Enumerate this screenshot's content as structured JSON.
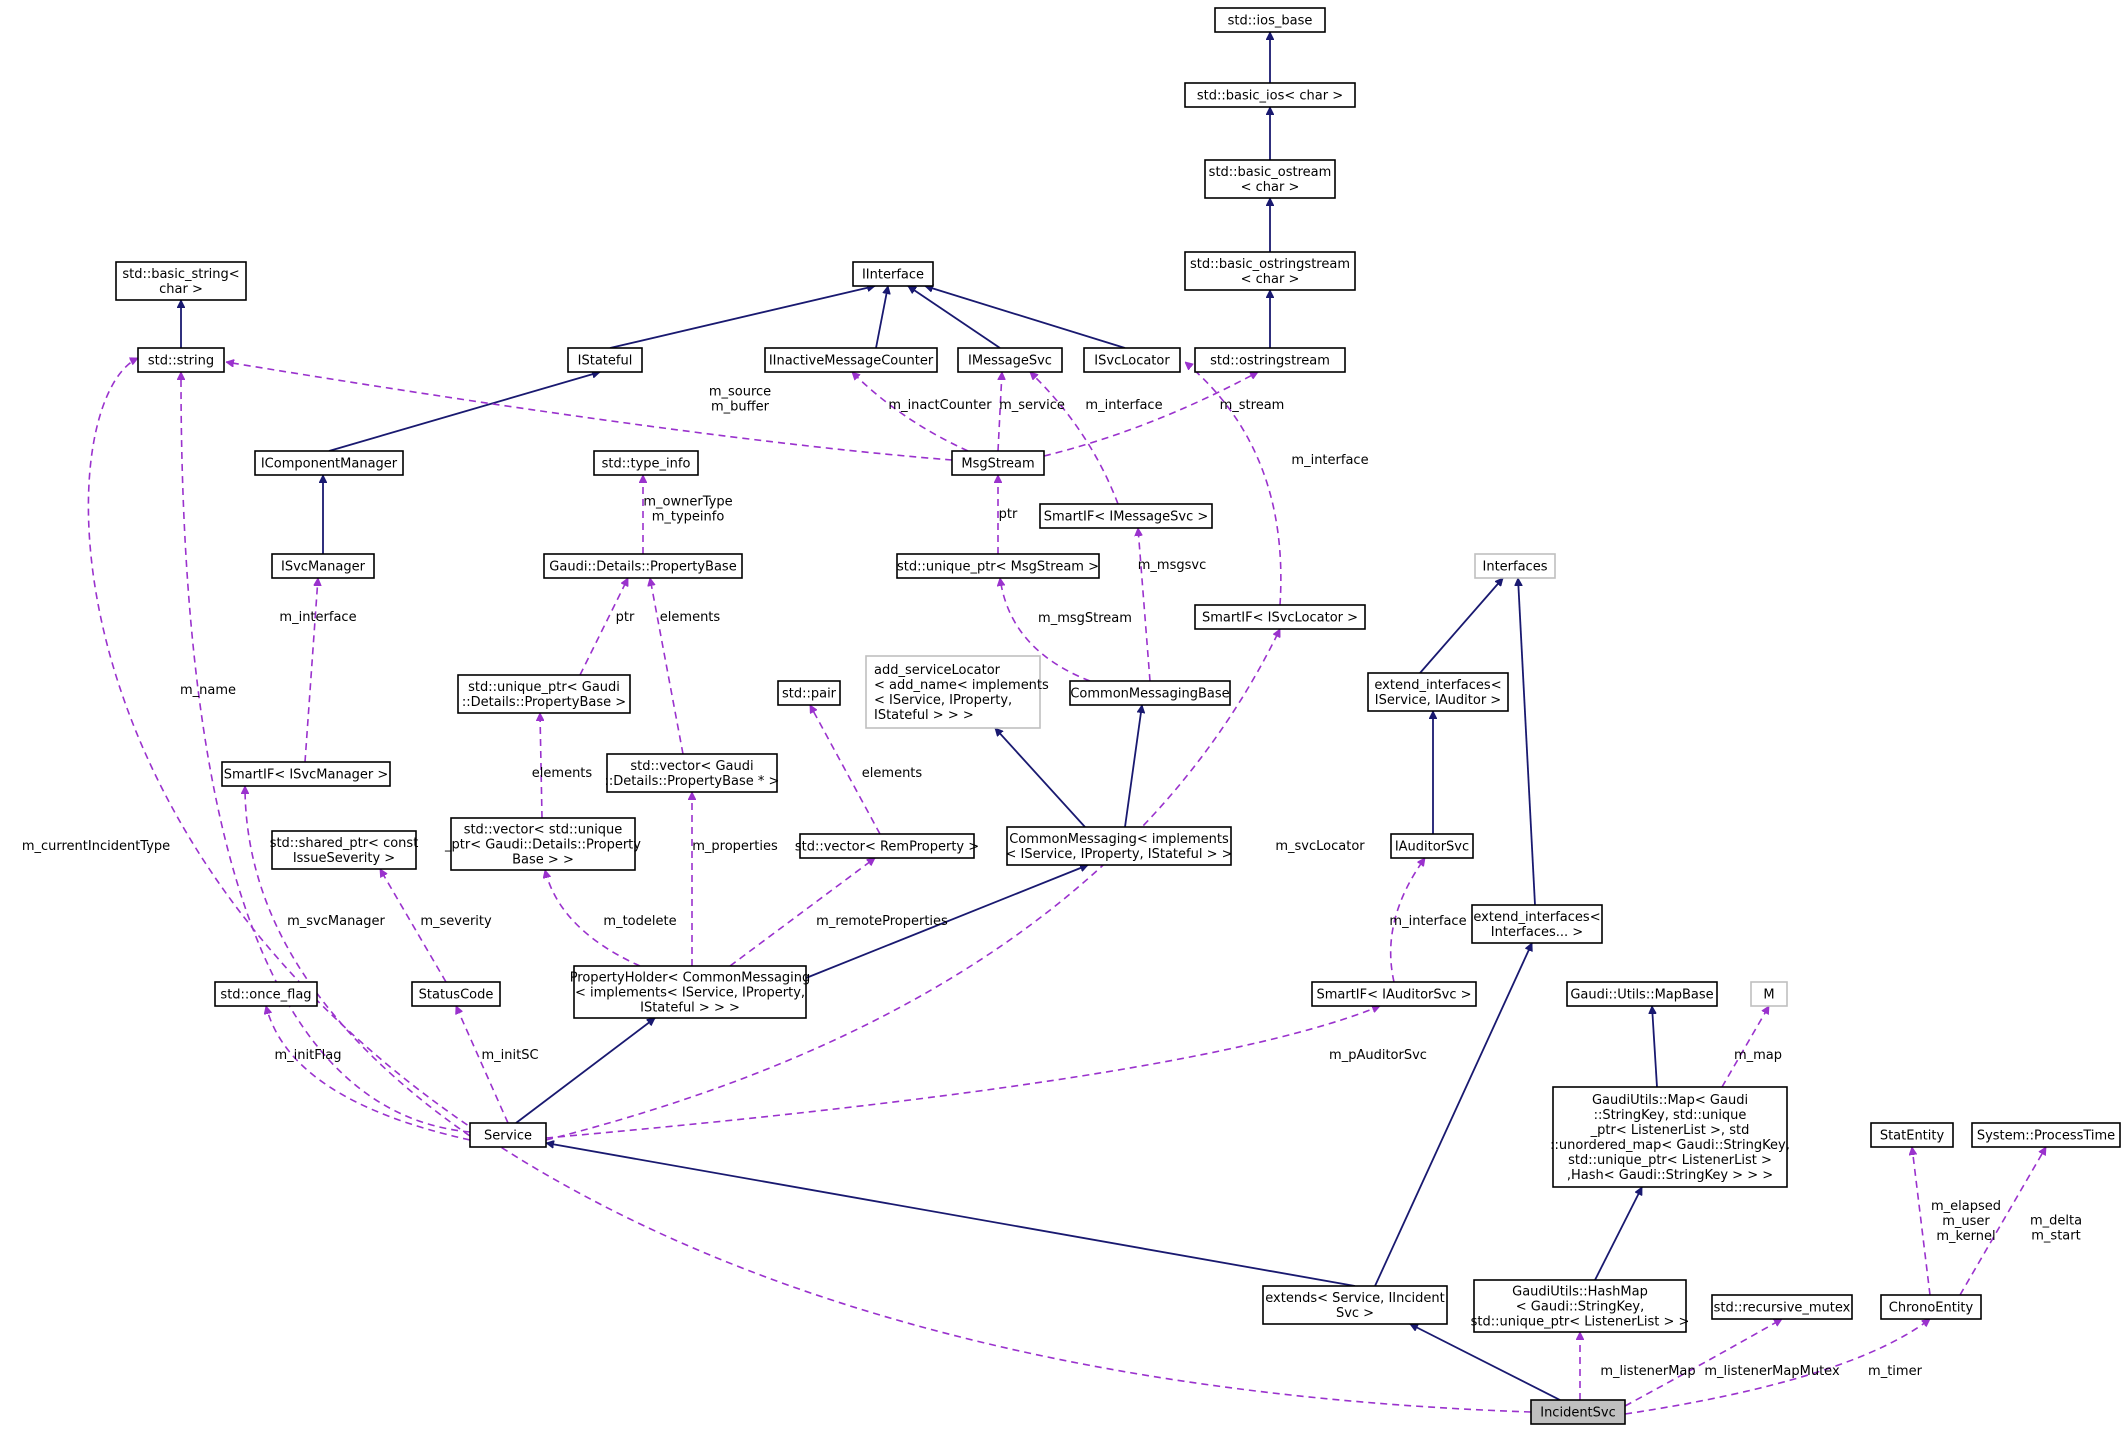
{
  "colors": {
    "inheritance": "#191970",
    "usage": "#9a32cd",
    "node_border": "#000000",
    "node_border_undocumented": "#bfbfbf",
    "focus_fill": "#bfbfbf"
  },
  "nodes": {
    "ios_base": [
      "std::ios_base"
    ],
    "basic_ios": [
      "std::basic_ios< char >"
    ],
    "basic_ostream": [
      "std::basic_ostream",
      "< char >"
    ],
    "basic_ostringstream": [
      "std::basic_ostringstream",
      "< char >"
    ],
    "ostringstream": [
      "std::ostringstream"
    ],
    "basic_string": [
      "std::basic_string<",
      "char >"
    ],
    "std_string": [
      "std::string"
    ],
    "iinterface": [
      "IInterface"
    ],
    "istateful": [
      "IStateful"
    ],
    "iinactive": [
      "IInactiveMessageCounter"
    ],
    "imessagesvc": [
      "IMessageSvc"
    ],
    "isvclocator": [
      "ISvcLocator"
    ],
    "icomponentmanager": [
      "IComponentManager"
    ],
    "msgstream": [
      "MsgStream"
    ],
    "type_info": [
      "std::type_info"
    ],
    "smartif_imessagesvc": [
      "SmartIF< IMessageSvc >"
    ],
    "isvcmanager": [
      "ISvcManager"
    ],
    "propertybase": [
      "Gaudi::Details::PropertyBase"
    ],
    "unique_ptr_msgstream": [
      "std::unique_ptr< MsgStream >"
    ],
    "interfaces": [
      "Interfaces"
    ],
    "smartif_isvclocator": [
      "SmartIF< ISvcLocator >"
    ],
    "unique_ptr_propertybase": [
      "std::unique_ptr< Gaudi",
      "::Details::PropertyBase >"
    ],
    "std_pair": [
      "std::pair"
    ],
    "add_servicelocator": [
      "add_serviceLocator",
      "< add_name< implements",
      "< IService, IProperty,",
      "IStateful > > >"
    ],
    "commonmessagingbase": [
      "CommonMessagingBase"
    ],
    "extend_iservice_iauditor": [
      "extend_interfaces<",
      "IService, IAuditor >"
    ],
    "smartif_isvcmanager": [
      "SmartIF< ISvcManager >"
    ],
    "vector_propertybase_ptr": [
      "std::vector< Gaudi",
      "::Details::PropertyBase * >"
    ],
    "shared_ptr_issueseverity": [
      "std::shared_ptr< const",
      "IssueSeverity >"
    ],
    "vector_unique_ptr": [
      "std::vector< std::unique",
      "_ptr< Gaudi::Details::Property",
      "Base > >"
    ],
    "vector_remproperty": [
      "std::vector< RemProperty >"
    ],
    "commonmessaging": [
      "CommonMessaging< implements",
      "< IService, IProperty, IStateful > >"
    ],
    "iauditorsvc": [
      "IAuditorSvc"
    ],
    "extend_interfaces_pack": [
      "extend_interfaces<",
      "Interfaces... >"
    ],
    "once_flag": [
      "std::once_flag"
    ],
    "statuscode": [
      "StatusCode"
    ],
    "propertyholder": [
      "PropertyHolder< CommonMessaging",
      "< implements< IService, IProperty,",
      "IStateful > > >"
    ],
    "smartif_iauditorsvc": [
      "SmartIF< IAuditorSvc >"
    ],
    "mapbase": [
      "Gaudi::Utils::MapBase"
    ],
    "m_node": [
      "M"
    ],
    "service": [
      "Service"
    ],
    "gaudiutils_map": [
      "GaudiUtils::Map< Gaudi",
      "::StringKey, std::unique",
      "_ptr< ListenerList >, std",
      "::unordered_map< Gaudi::StringKey,",
      "std::unique_ptr< ListenerList >",
      ",Hash< Gaudi::StringKey > > >"
    ],
    "statentity": [
      "StatEntity"
    ],
    "processtime": [
      "System::ProcessTime"
    ],
    "extends_service": [
      "extends< Service, IIncident",
      "Svc >"
    ],
    "hashmap": [
      "GaudiUtils::HashMap",
      "< Gaudi::StringKey,",
      "std::unique_ptr< ListenerList > >"
    ],
    "recursive_mutex": [
      "std::recursive_mutex"
    ],
    "chronoentity": [
      "ChronoEntity"
    ],
    "incidentsvc": [
      "IncidentSvc"
    ]
  },
  "edge_labels": {
    "m_source_buffer": [
      "m_source",
      "m_buffer"
    ],
    "m_inactcounter": [
      "m_inactCounter"
    ],
    "m_service": [
      "m_service"
    ],
    "m_interface_msg": [
      "m_interface"
    ],
    "m_stream": [
      "m_stream"
    ],
    "m_interface_loc": [
      "m_interface"
    ],
    "m_ownertype_typeinfo": [
      "m_ownerType",
      "m_typeinfo"
    ],
    "ptr_msgstream": [
      "ptr"
    ],
    "m_msgsvc": [
      "m_msgsvc"
    ],
    "m_interface_svcmgr": [
      "m_interface"
    ],
    "ptr_propertybase": [
      "ptr"
    ],
    "elements_propertybase": [
      "elements"
    ],
    "m_msgstream": [
      "m_msgStream"
    ],
    "m_name": [
      "m_name"
    ],
    "elements_unique": [
      "elements"
    ],
    "elements_pair": [
      "elements"
    ],
    "m_currentincidenttype": [
      "m_currentIncidentType"
    ],
    "m_properties": [
      "m_properties"
    ],
    "m_svclocator": [
      "m_svcLocator"
    ],
    "m_svcmanager": [
      "m_svcManager"
    ],
    "m_severity": [
      "m_severity"
    ],
    "m_todelete": [
      "m_todelete"
    ],
    "m_remoteproperties": [
      "m_remoteProperties"
    ],
    "m_interface_auditor": [
      "m_interface"
    ],
    "m_initflag": [
      "m_initFlag"
    ],
    "m_initsc": [
      "m_initSC"
    ],
    "m_pauditorsvc": [
      "m_pAuditorSvc"
    ],
    "m_map": [
      "m_map"
    ],
    "m_elapsed_user_kernel": [
      "m_elapsed",
      "m_user",
      "m_kernel"
    ],
    "m_delta_start": [
      "m_delta",
      "m_start"
    ],
    "m_listenermap": [
      "m_listenerMap"
    ],
    "m_listenermapmutex": [
      "m_listenerMapMutex"
    ],
    "m_timer": [
      "m_timer"
    ]
  }
}
